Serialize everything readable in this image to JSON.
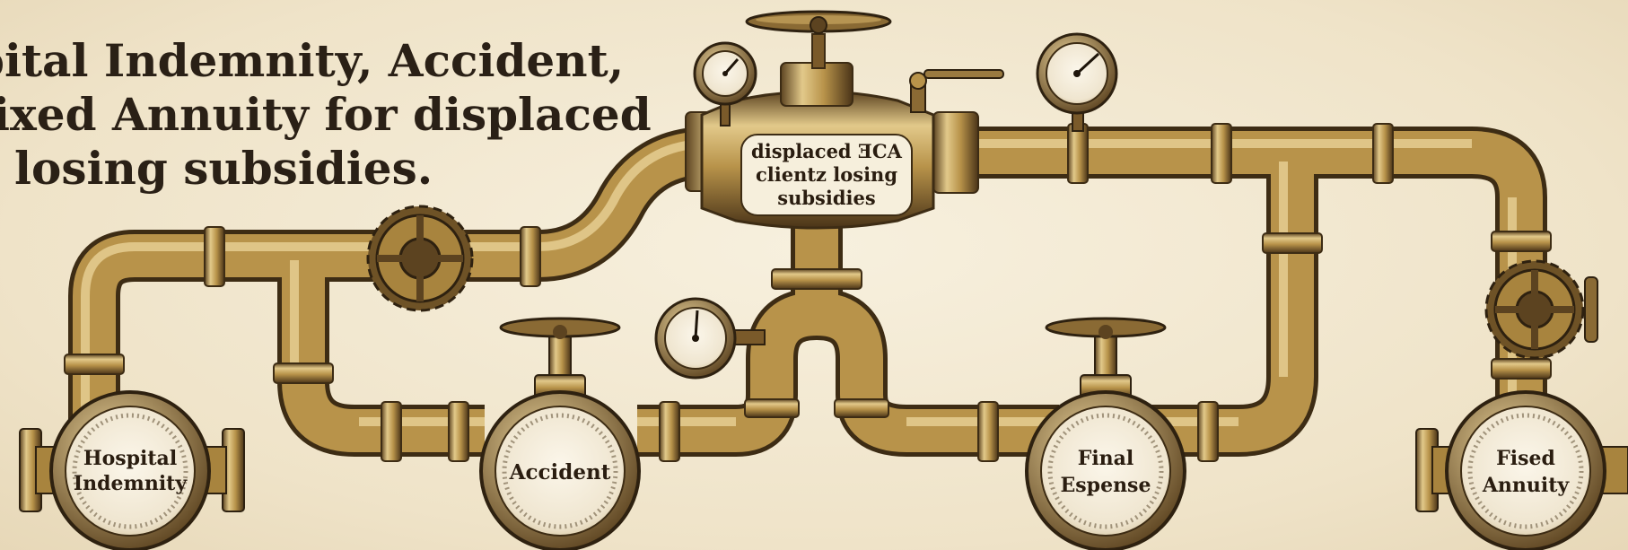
{
  "headline": {
    "line1": "pital Indemnity, Accident,",
    "line2": "ixed Annuity for displaced",
    "line3": "losing subsidies."
  },
  "source": {
    "line1": "displaced ƎCA",
    "line2": "clientz losing",
    "line3": "subsidies"
  },
  "outlets": [
    {
      "line1": "Hospital",
      "line2": "Indemnity"
    },
    {
      "line1": "Accident",
      "line2": ""
    },
    {
      "line1": "Final",
      "line2": "Espense"
    },
    {
      "line1": "Fised",
      "line2": "Annuity"
    }
  ],
  "colors": {
    "background": "#f3ead6",
    "pipe_brass": "#b8934a",
    "pipe_dark": "#5c4320",
    "pipe_highlight": "#e2c98a",
    "text": "#2a2016"
  }
}
